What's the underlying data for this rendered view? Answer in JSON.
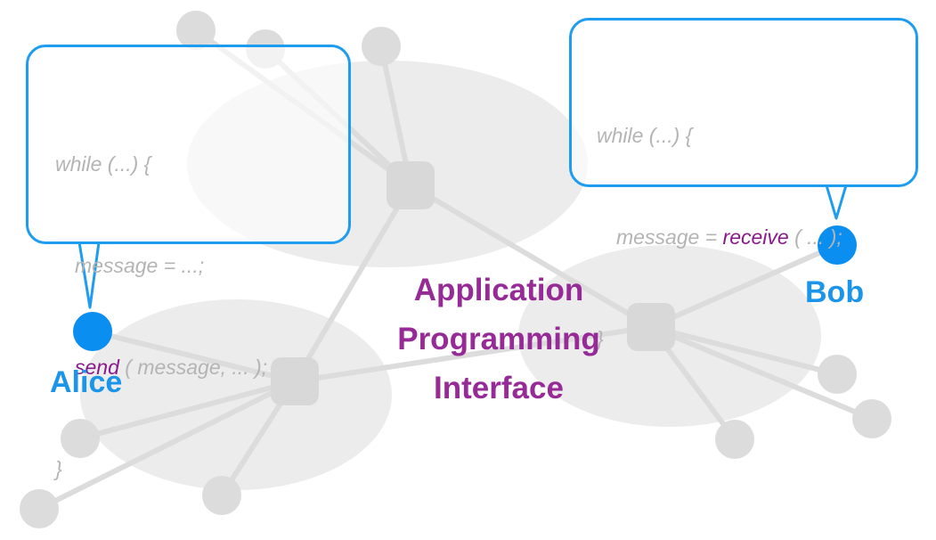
{
  "alice": {
    "name": "Alice",
    "code": {
      "line1": "while (...) {",
      "line2": "message = ...;",
      "line3_fn": "send",
      "line3_rest": " ( message, ... );",
      "line4": "}"
    }
  },
  "bob": {
    "name": "Bob",
    "code": {
      "line1": "while (...) {",
      "line2_pre": "message = ",
      "line2_fn": "receive",
      "line2_post": " ( ... );",
      "line3": "}"
    }
  },
  "api": {
    "line1": "Application",
    "line2": "Programming",
    "line3": "Interface"
  },
  "colors": {
    "endpoint": "#0a8ef0",
    "bubble_border": "#1e9cf0",
    "api_text": "#962a96",
    "function": "#8a1a8c",
    "network_gray": "#dcdcdc",
    "region_gray": "#ececec"
  }
}
